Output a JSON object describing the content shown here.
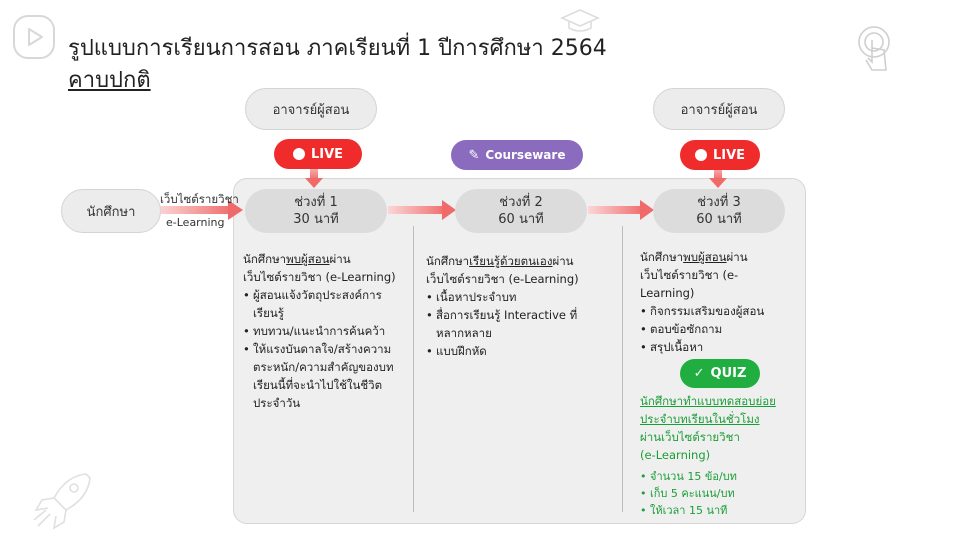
{
  "title": "รูปแบบการเรียนการสอน  ภาคเรียนที่ 1 ปีการศึกษา 2564",
  "subtitle": "คาบปกติ",
  "student_label": "นักศึกษา",
  "web_label_1": "เว็บไซต์รายวิชา",
  "web_label_2": "e-Learning",
  "teacher_left": "อาจารย์ผู้สอน",
  "teacher_right": "อาจารย์ผู้สอน",
  "badges": {
    "live_left": "LIVE",
    "courseware": "Courseware",
    "live_right": "LIVE",
    "quiz": "QUIZ"
  },
  "sessions": [
    {
      "name": "ช่วงที่ 1",
      "duration": "30 นาที"
    },
    {
      "name": "ช่วงที่ 2",
      "duration": "60 นาที"
    },
    {
      "name": "ช่วงที่ 3",
      "duration": "60 นาที"
    }
  ],
  "col1": {
    "intro_a": "นักศึกษา",
    "intro_u": "พบผู้สอน",
    "intro_b": "ผ่าน",
    "intro_2": "เว็บไซต์รายวิชา (e-Learning)",
    "bullets": [
      "ผู้สอนแจ้งวัตถุประสงค์การเรียนรู้",
      "ทบทวน/แนะนำการค้นคว้า",
      "ให้แรงบันดาลใจ/สร้างความตระหนัก/ความสำคัญของบทเรียนนี้ที่จะนำไปใช้ในชีวิตประจำวัน"
    ]
  },
  "col2": {
    "intro_a": "นักศึกษา",
    "intro_u": "เรียนรู้ด้วยตนเอง",
    "intro_b": "ผ่าน",
    "intro_2": "เว็บไซต์รายวิชา (e-Learning)",
    "bullets": [
      "เนื้อหาประจำบท",
      "สื่อการเรียนรู้ Interactive ที่หลากหลาย",
      "แบบฝึกหัด"
    ]
  },
  "col3": {
    "intro_a": "นักศึกษา",
    "intro_u": "พบผู้สอน",
    "intro_b": "ผ่าน",
    "intro_2": "เว็บไซต์รายวิชา (e-Learning)",
    "bullets": [
      "กิจกรรมเสริมของผู้สอน",
      "ตอบข้อซักถาม",
      "สรุปเนื้อหา"
    ],
    "quiz_text_u": "นักศึกษาทำแบบทดสอบย่อยประจำบทเรียนในชั่วโมง",
    "quiz_text_2": "ผ่านเว็บไซต์รายวิชา",
    "quiz_text_3": "(e-Learning)",
    "quiz_items": [
      "จำนวน 15 ข้อ/บท",
      "เก็บ 5 คะแนน/บท",
      "ให้เวลา 15 นาที"
    ]
  },
  "colors": {
    "live": "#ef2b2b",
    "courseware": "#8a6bbd",
    "quiz": "#1fae3f",
    "arrow": "#f08080"
  },
  "icons": [
    "play-icon",
    "graduation-cap-icon",
    "touch-icon",
    "rocket-icon"
  ]
}
